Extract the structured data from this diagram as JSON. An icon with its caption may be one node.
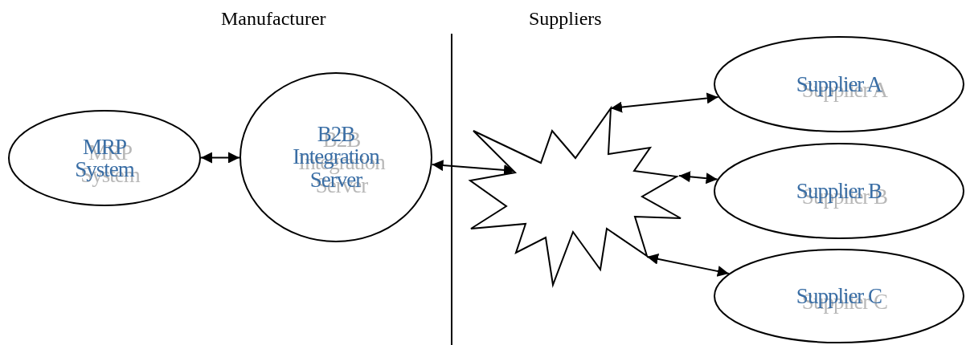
{
  "diagram": {
    "nodes": [
      {
        "text": [
          "MRP System"
        ]
      },
      {
        "text": [
          "B2B Integration Server"
        ]
      },
      {
        "text": [],
        "shape": "starburst"
      },
      {
        "text": [
          "Supplier A"
        ]
      },
      {
        "text": [
          "Supplier B"
        ]
      },
      {
        "text": [
          "Supplier C"
        ]
      }
    ],
    "edges": [
      {
        "from": 0,
        "to": 1,
        "arrow": "both"
      },
      {
        "from": 1,
        "to": 2,
        "arrow": "both"
      },
      {
        "from": 2,
        "to": 3,
        "arrow": "both"
      },
      {
        "from": 2,
        "to": 4,
        "arrow": "both"
      },
      {
        "from": 2,
        "to": 5,
        "arrow": "both"
      }
    ],
    "labels": [
      "Manufacturer",
      "Suppliers"
    ]
  }
}
